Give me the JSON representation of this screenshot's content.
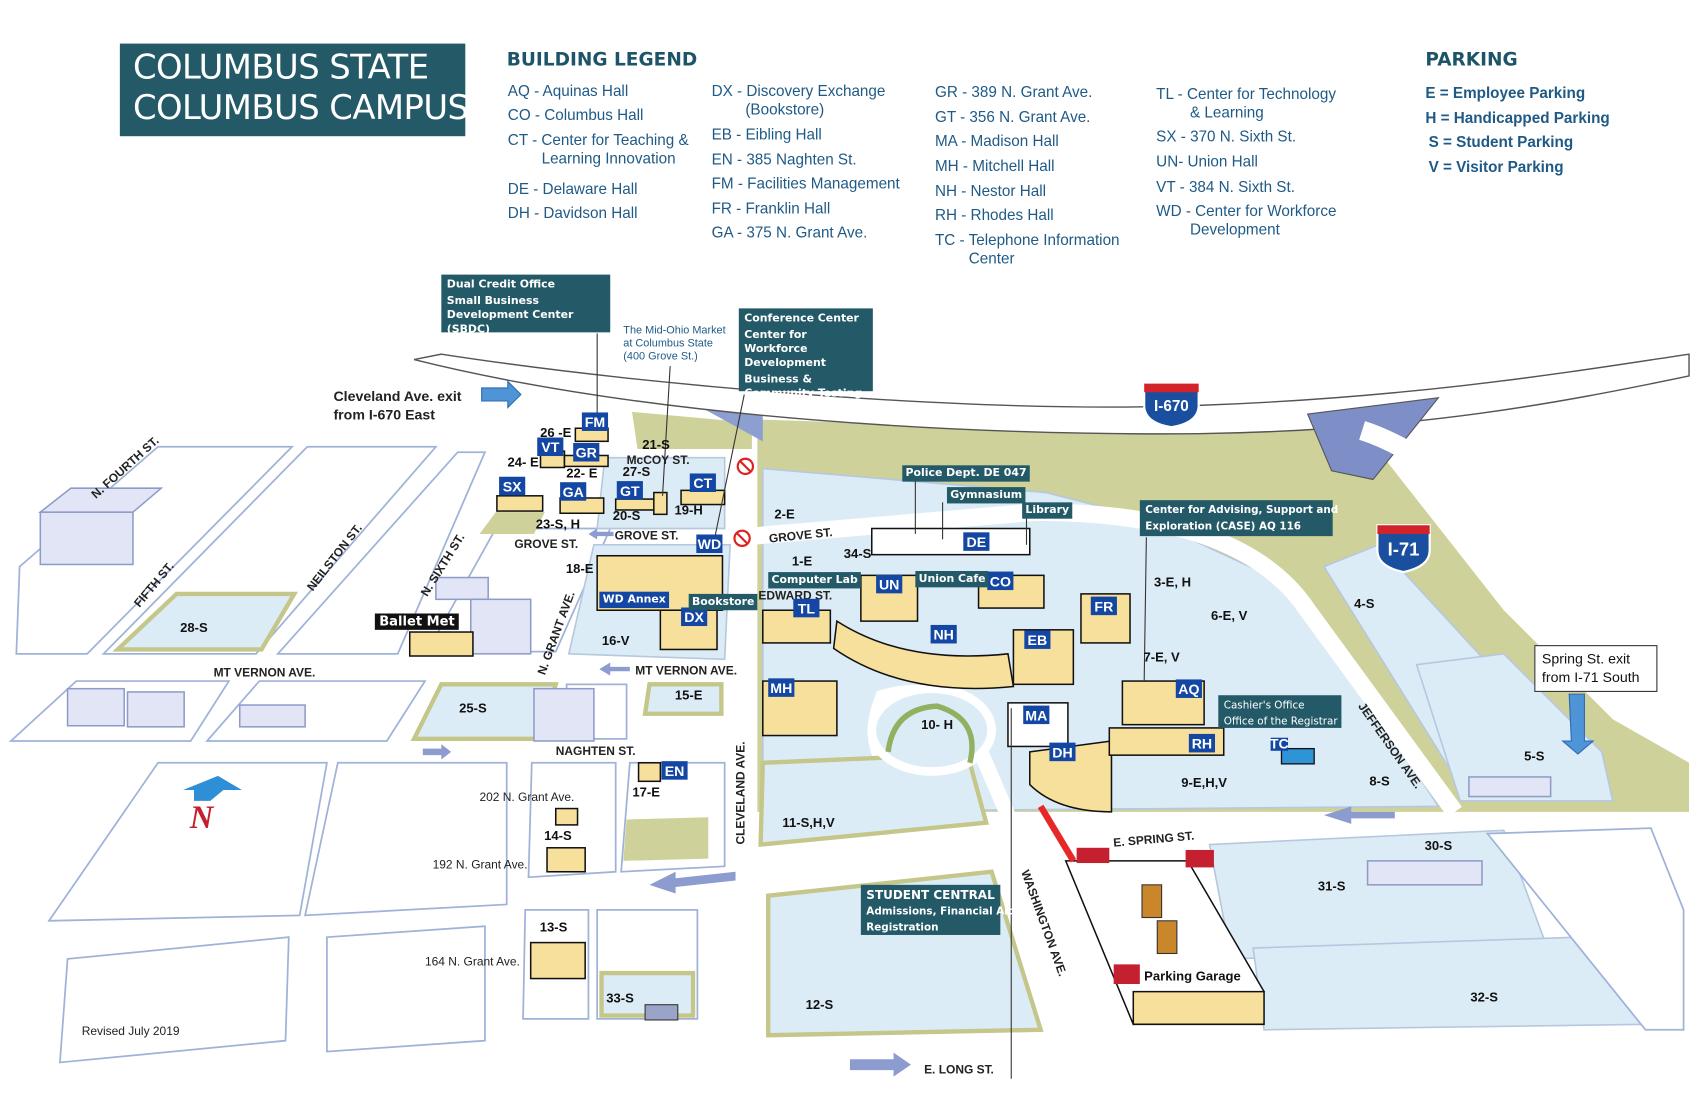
{
  "title": {
    "line1": "COLUMBUS STATE",
    "line2": "COLUMBUS CAMPUS"
  },
  "building_legend": {
    "heading": "BUILDING LEGEND",
    "columns": [
      [
        {
          "lines": [
            "AQ - Aquinas Hall"
          ]
        },
        {
          "lines": [
            "CO - Columbus Hall"
          ]
        },
        {
          "lines": [
            "CT - Center for Teaching &",
            "Learning Innovation"
          ]
        },
        {
          "lines": [
            "DE - Delaware Hall"
          ]
        },
        {
          "lines": [
            "DH - Davidson Hall"
          ]
        }
      ],
      [
        {
          "lines": [
            "DX - Discovery Exchange",
            "(Bookstore)"
          ]
        },
        {
          "lines": [
            "EB - Eibling Hall"
          ]
        },
        {
          "lines": [
            "EN - 385 Naghten St."
          ]
        },
        {
          "lines": [
            "FM - Facilities Management"
          ]
        },
        {
          "lines": [
            "FR - Franklin Hall"
          ]
        },
        {
          "lines": [
            "GA - 375 N. Grant Ave."
          ]
        }
      ],
      [
        {
          "lines": [
            "GR - 389 N. Grant Ave."
          ]
        },
        {
          "lines": [
            "GT - 356 N. Grant Ave."
          ]
        },
        {
          "lines": [
            "MA - Madison Hall"
          ]
        },
        {
          "lines": [
            "MH -  Mitchell Hall"
          ]
        },
        {
          "lines": [
            "NH - Nestor Hall"
          ]
        },
        {
          "lines": [
            "RH - Rhodes Hall"
          ]
        },
        {
          "lines": [
            "TC - Telephone Information",
            "Center"
          ]
        }
      ],
      [
        {
          "lines": [
            "TL -   Center for Technology",
            "& Learning"
          ]
        },
        {
          "lines": [
            "SX -   370 N. Sixth St."
          ]
        },
        {
          "lines": [
            "UN-   Union Hall"
          ]
        },
        {
          "lines": [
            "VT -   384 N. Sixth St."
          ]
        },
        {
          "lines": [
            "WD - Center for Workforce",
            "Development"
          ]
        }
      ]
    ]
  },
  "parking_legend": {
    "heading": "PARKING",
    "items": [
      "E = Employee Parking",
      "H = Handicapped Parking",
      "S = Student Parking",
      "V = Visitor Parking"
    ]
  },
  "callouts": {
    "dual_credit": [
      "Dual Credit Office",
      "Small Business Development Center (SBDC)"
    ],
    "mid_ohio": [
      "The Mid-Ohio Market",
      "at Columbus State",
      "(400 Grove St.)"
    ],
    "conference": [
      "Conference Center",
      "Center for Workforce Development",
      "Business & Community Testing"
    ],
    "police": "Police Dept. DE 047",
    "gym": "Gymnasium",
    "library": "Library",
    "case": [
      "Center for Advising, Support and",
      "Exploration (CASE) AQ 116"
    ],
    "computer_lab": "Computer Lab",
    "union_cafe": "Union Cafe",
    "wd_annex": "WD Annex",
    "bookstore": "Bookstore",
    "cashier": [
      "Cashier's Office",
      "Office of the Registrar"
    ],
    "student_central": [
      "STUDENT CENTRAL",
      "Admissions, Financial Aid,",
      "Registration"
    ],
    "ballet_met": "Ballet Met",
    "parking_garage": "Parking Garage",
    "cleveland_exit": [
      "Cleveland Ave. exit",
      "from I-670 East"
    ],
    "spring_exit": [
      "Spring St. exit",
      "from I-71 South"
    ]
  },
  "highways": {
    "i670": "I-670",
    "i71": "I-71",
    "shield_colors": {
      "top": "#d2232a",
      "body": "#1a4fa0"
    }
  },
  "streets": {
    "n_fourth": "N. FOURTH ST.",
    "fifth": "FIFTH ST.",
    "neilston": "NEILSTON ST.",
    "n_sixth": "N. SIXTH ST.",
    "n_grant": "N. GRANT AVE.",
    "grove1": "GROVE ST.",
    "grove2": "GROVE ST.",
    "grove3": "GROVE ST.",
    "mccoy": "McCOY ST.",
    "mt_vernon1": "MT VERNON AVE.",
    "mt_vernon2": "MT VERNON AVE.",
    "naghten": "NAGHTEN ST.",
    "cleveland": "CLEVELAND AVE.",
    "edward": "EDWARD ST.",
    "e_spring": "E. SPRING ST.",
    "washington": "WASHINGTON AVE.",
    "jefferson": "JEFFERSON AVE.",
    "e_long": "E. LONG ST."
  },
  "lots": [
    "28-S",
    "25-S",
    "16-V",
    "15-E",
    "21-S",
    "27-S",
    "20-S",
    "19-H",
    "23-S, H",
    "26 -E",
    "24- E",
    "22- E",
    "18-E",
    "2-E",
    "1-E",
    "34-S",
    "3-E, H",
    "6-E, V",
    "4-S",
    "7-E, V",
    "10- H",
    "11-S,H,V",
    "9-E,H,V",
    "8-S",
    "5-S",
    "30-S",
    "31-S",
    "32-S",
    "12-S",
    "13-S",
    "14-S",
    "17-E",
    "33-S"
  ],
  "buildings": [
    "FM",
    "VT",
    "GR",
    "SX",
    "GA",
    "GT",
    "CT",
    "WD",
    "DX",
    "UN",
    "DE",
    "CO",
    "FR",
    "TL",
    "NH",
    "EB",
    "MH",
    "MA",
    "AQ",
    "DH",
    "RH",
    "TC",
    "EN"
  ],
  "addresses": [
    "202 N. Grant Ave.",
    "192 N. Grant Ave.",
    "164 N. Grant Ave."
  ],
  "north_label": "N",
  "revised": "Revised July 2019",
  "colors": {
    "brand_teal": "#245a68",
    "tag_blue": "#1447a3",
    "lot_blue": "#dcecf6",
    "grass": "#cfd19a",
    "building": "#f7df9c"
  }
}
